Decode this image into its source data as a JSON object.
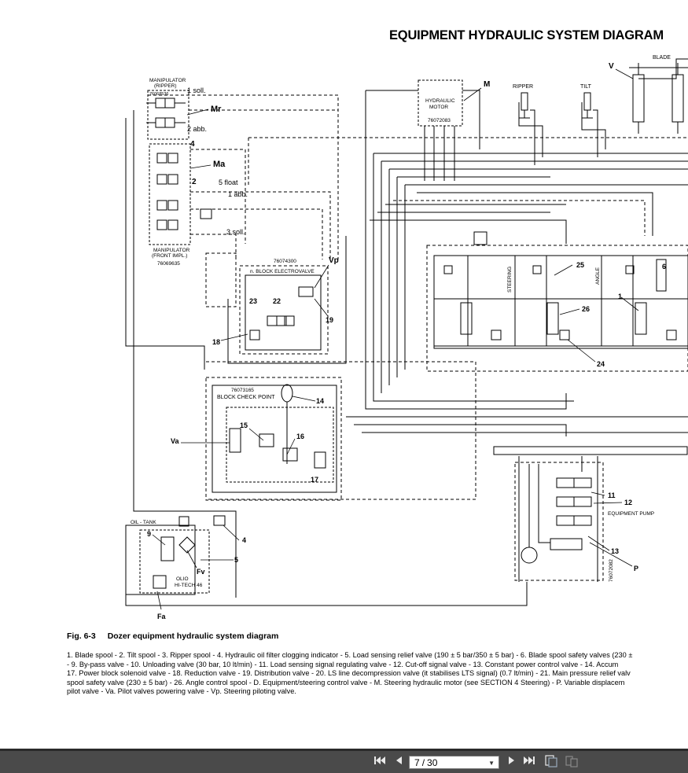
{
  "document": {
    "title": "EQUIPMENT HYDRAULIC SYSTEM DIAGRAM",
    "figure_number": "Fig. 6-3",
    "figure_title": "Dozer equipment hydraulic system diagram",
    "caption_lines": [
      "1. Blade spool - 2. Tilt spool - 3. Ripper spool - 4. Hydraulic oil filter clogging indicator - 5. Load sensing relief valve (190 ± 5 bar/350 ± 5 bar) - 6. Blade spool safety valves (230 ±",
      "- 9. By-pass valve - 10. Unloading valve (30 bar, 10 lt/min) - 11. Load sensing signal regulating valve - 12. Cut-off signal valve - 13. Constant power control valve - 14. Accum",
      "17. Power block solenoid valve - 18. Reduction valve - 19. Distribution valve - 20. LS line decompression valve (it stabilises LTS signal) (0.7 lt/min) - 21. Main pressure relief valv",
      "spool safety valve (230 ± 5 bar) - 26. Angle control spool - D. Equipment/steering control valve - M. Steering hydraulic motor (see SECTION 4 Steering) - P. Variable displacem",
      "pilot valve - Va. Pilot valves powering valve - Vp. Steering piloting valve."
    ]
  },
  "diagram_labels": {
    "manipulator_ripper": "MANIPULATOR",
    "ripper_paren": "(RIPPER)",
    "ripper_code": "76068536",
    "soll1": "1 soll.",
    "abb2": "2 abb.",
    "Mr": "Mr",
    "n4": "4",
    "Ma": "Ma",
    "n2": "2",
    "float5": "5 float",
    "abb1": "1 abb.",
    "soll3": "3 soll.",
    "manipulator_front": "MANIPULATOR",
    "front_impl": "(FRONT IMPL.)",
    "front_code": "76069635",
    "motor_label_a": "HYDRAULIC",
    "motor_label_b": "MOTOR",
    "motor_code": "76072083",
    "M": "M",
    "ripper": "RIPPER",
    "tilt": "TILT",
    "blade": "BLADE",
    "V": "V",
    "electrovalve_code": "76074300",
    "electrovalve": "n. BLOCK ELECTROVALVE",
    "Vp": "Vp",
    "n23": "23",
    "n22": "22",
    "n19": "19",
    "n18": "18",
    "checkpoint_code": "76073165",
    "checkpoint": "BLOCK CHECK POINT",
    "n14": "14",
    "n15": "15",
    "n16": "16",
    "n17": "17",
    "Va": "Va",
    "oil_tank": "OIL - TANK",
    "n9": "9",
    "Fv": "Fv",
    "n5": "5",
    "n4b": "4",
    "olio": "OLIO",
    "hitech": "HI-TECH 46",
    "Fa": "Fa",
    "n25": "25",
    "n26": "26",
    "n24": "24",
    "n1": "1",
    "n6": "6",
    "steering": "STEERING",
    "angle": "ANGLE",
    "n11": "11",
    "n12": "12",
    "n13": "13",
    "P": "P",
    "equipment_pump": "EQUIPMENT PUMP",
    "pump_code": "76072082"
  },
  "toolbar": {
    "current_page": "7",
    "separator": "/",
    "total_pages": "30"
  },
  "icons": {
    "first": "first-page-icon",
    "prev": "prev-page-icon",
    "next": "next-page-icon",
    "last": "last-page-icon",
    "view1": "single-page-view-icon",
    "view2": "two-page-view-icon"
  }
}
